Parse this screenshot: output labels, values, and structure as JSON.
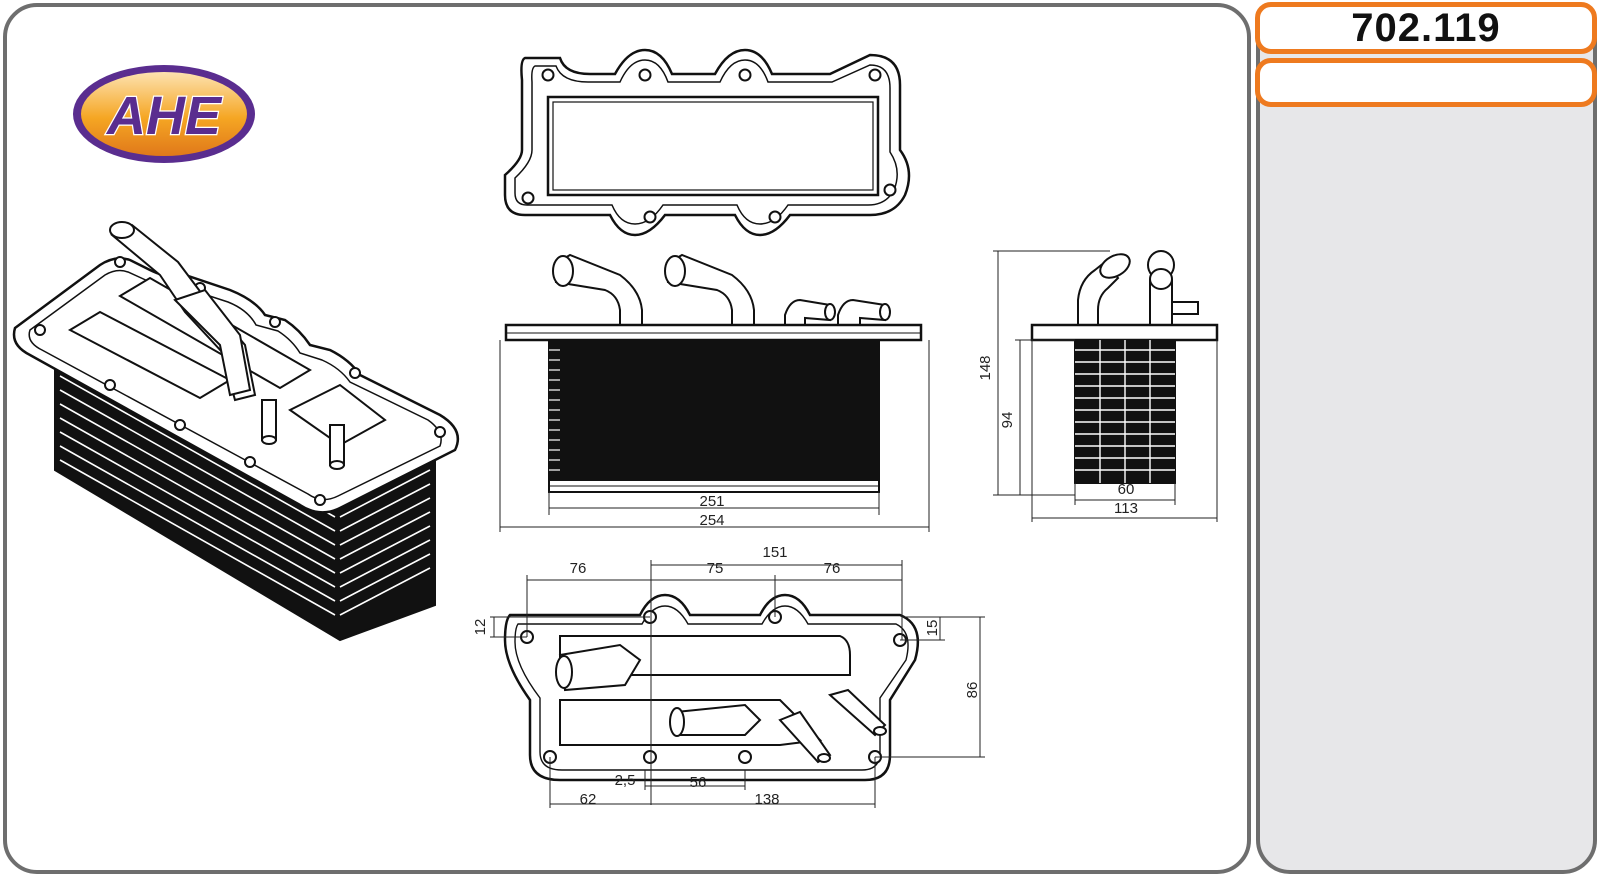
{
  "brand": {
    "logo_text": "AHE"
  },
  "part": {
    "code": "702.119",
    "description": ""
  },
  "dimensions": {
    "front_inner_width": "251",
    "front_overall_width": "254",
    "side_total_height": "148",
    "side_core_height": "94",
    "side_core_depth": "60",
    "side_overall_depth": "113",
    "top_span_total": "151",
    "top_left_spacing": "76",
    "top_mid_spacing": "75",
    "top_right_spacing": "76",
    "left_offset": "12",
    "right_offset": "15",
    "plan_depth": "86",
    "port_offset": "2,5",
    "port_spacing": "56",
    "bottom_left": "62",
    "bottom_right": "138"
  },
  "colors": {
    "accent": "#ee7a1f",
    "logo_purple": "#5a2d8f",
    "logo_orange": "#f5a623",
    "frame_gray": "#6e6e6e",
    "side_panel": "#e7e7e9"
  }
}
